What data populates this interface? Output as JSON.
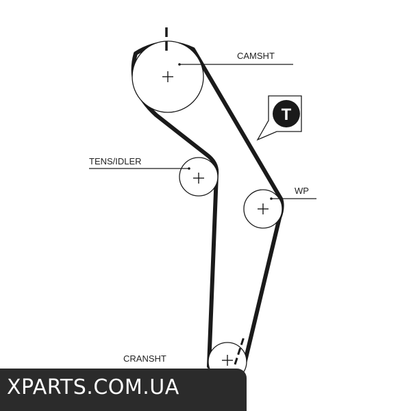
{
  "diagram": {
    "labels": {
      "camshaft": "CAMSHT",
      "tensioner": "TENS/IDLER",
      "water_pump": "WP",
      "crankshaft": "CRANSHT"
    },
    "badge": {
      "letter": "T"
    },
    "colors": {
      "line": "#1a1a1a",
      "badge": "#1a1a1a",
      "background": "#ffffff"
    }
  },
  "watermark": {
    "text": "XPARTS.COM.UA",
    "color": "#2b2b2b"
  }
}
